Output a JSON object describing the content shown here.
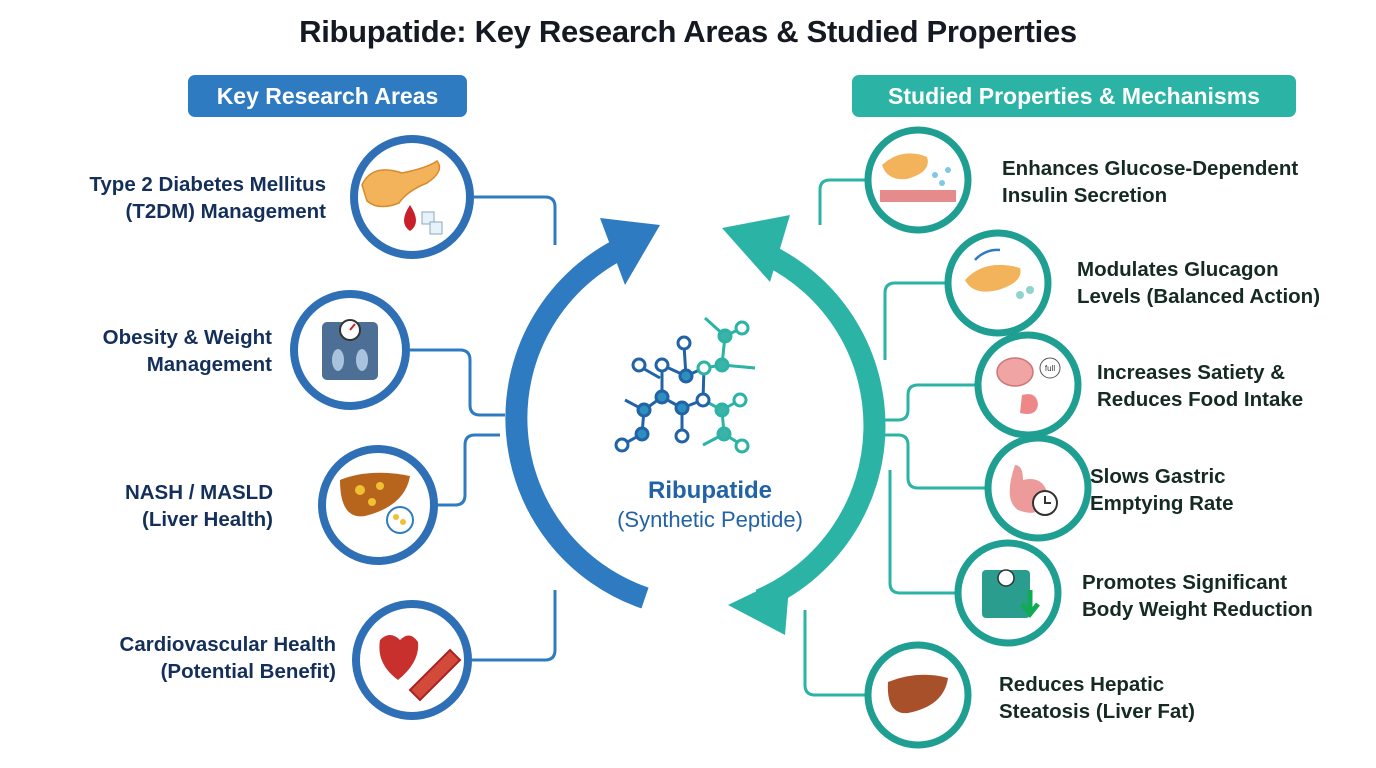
{
  "title": "Ribupatide: Key Research Areas & Studied Properties",
  "left_header": "Key Research Areas",
  "right_header": "Studied Properties & Mechanisms",
  "center": {
    "name": "Ribupatide",
    "subtitle": "(Synthetic Peptide)"
  },
  "research_areas": [
    {
      "line1": "Type 2 Diabetes Mellitus",
      "line2": "(T2DM) Management",
      "icon": "pancreas-blood-sugar-icon"
    },
    {
      "line1": "Obesity & Weight",
      "line2": "Management",
      "icon": "weight-scale-icon"
    },
    {
      "line1": "NASH / MASLD",
      "line2": "(Liver Health)",
      "icon": "fatty-liver-icon"
    },
    {
      "line1": "Cardiovascular Health",
      "line2": "(Potential Benefit)",
      "icon": "heart-artery-icon"
    }
  ],
  "properties": [
    {
      "line1": "Enhances Glucose-Dependent",
      "line2": "Insulin Secretion",
      "icon": "pancreas-insulin-icon"
    },
    {
      "line1": "Modulates Glucagon",
      "line2": "Levels (Balanced Action)",
      "icon": "pancreas-cycle-icon"
    },
    {
      "line1": "Increases Satiety &",
      "line2": "Reduces Food Intake",
      "icon": "brain-stomach-icon",
      "bubble": "full"
    },
    {
      "line1": "Slows Gastric",
      "line2": "Emptying Rate",
      "icon": "stomach-clock-icon"
    },
    {
      "line1": "Promotes Significant",
      "line2": "Body Weight Reduction",
      "icon": "scale-down-arrow-icon"
    },
    {
      "line1": "Reduces Hepatic",
      "line2": "Steatosis (Liver Fat)",
      "icon": "liver-icon"
    }
  ],
  "colors": {
    "blue": "#2f7bc1",
    "teal": "#2bb3a5",
    "navy": "#14305a"
  }
}
